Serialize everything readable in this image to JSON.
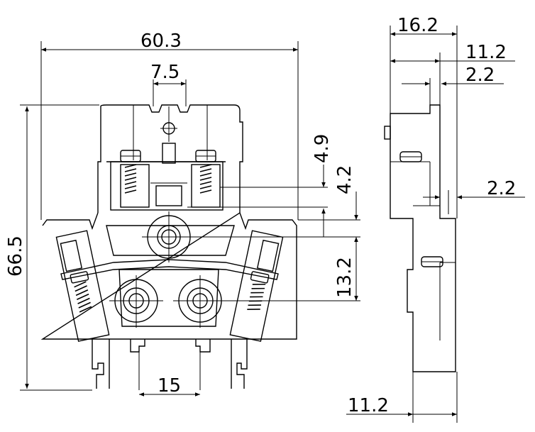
{
  "dimensions": {
    "overall_width": "60.3",
    "screw_pitch": "7.5",
    "overall_height": "66.5",
    "dim_4_9": "4.9",
    "dim_4_2": "4.2",
    "dim_13_2": "13.2",
    "bottom_spacing": "15",
    "side_width": "16.2",
    "side_11_2_top": "11.2",
    "side_2_2_top": "2.2",
    "side_2_2_mid": "2.2",
    "side_11_2_bottom": "11.2"
  }
}
